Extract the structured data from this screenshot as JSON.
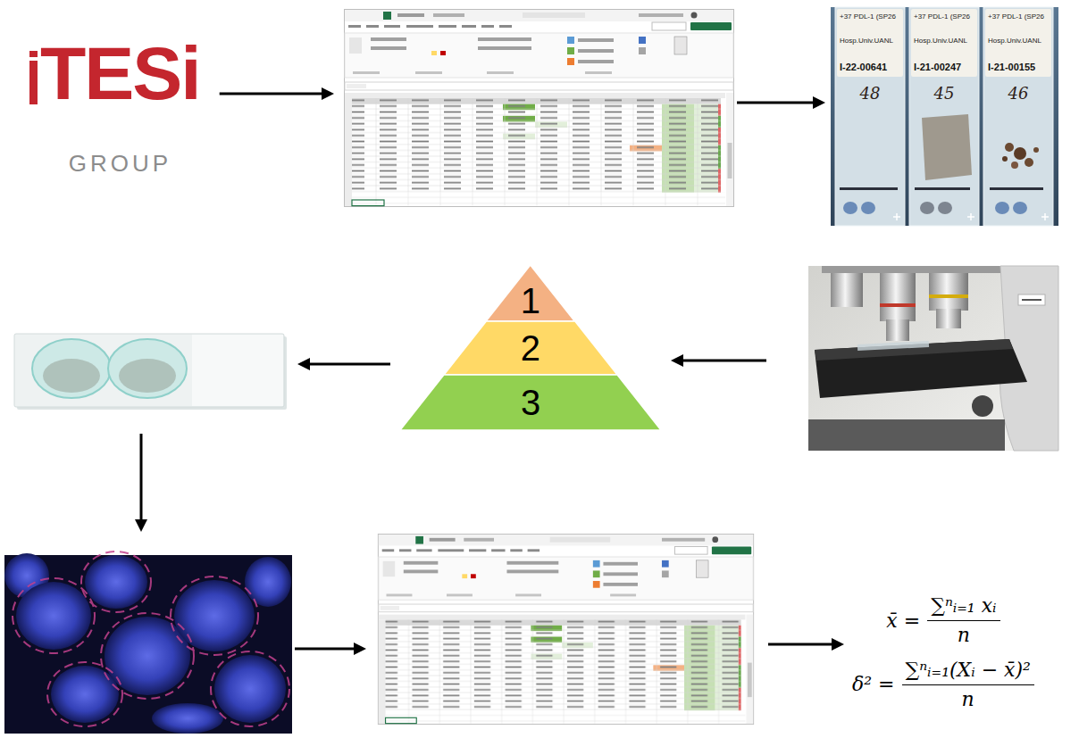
{
  "diagram": {
    "nodes": [
      {
        "text": [
          "TESi",
          "GROUP"
        ]
      },
      {
        "text": []
      },
      {
        "text": []
      },
      {
        "text": [
          "+37 PDL-1 (SP26",
          "Hosp.Univ.UANL",
          "I-22-00641",
          "48"
        ],
        "in": 2
      },
      {
        "text": [
          "+37 PDL-1 (SP26",
          "Hosp.Univ.UANL",
          "I-21-00247",
          "45"
        ],
        "in": 2
      },
      {
        "text": [
          "+37 PDL-1 (SP26",
          "Hosp.Univ.UANL",
          "I-21-00155",
          "46"
        ],
        "in": 2
      },
      {
        "text": []
      },
      {
        "text": []
      },
      {
        "text": [
          "1"
        ],
        "in": 7
      },
      {
        "text": [
          "2"
        ],
        "in": 7
      },
      {
        "text": [
          "3"
        ],
        "in": 7
      },
      {
        "text": []
      },
      {
        "text": []
      },
      {
        "text": []
      },
      {
        "text": [
          "x̄ =",
          "∑ⁿᵢ₌₁ xᵢ",
          "n",
          "δ² =",
          "∑ⁿᵢ₌₁(Xᵢ − x̄)²",
          "n"
        ]
      }
    ],
    "edges": [
      {
        "from": 0,
        "to": 1,
        "arrow": "to"
      },
      {
        "from": 1,
        "to": 2,
        "arrow": "to"
      },
      {
        "from": 11,
        "to": 7,
        "arrow": "to"
      },
      {
        "from": 7,
        "to": 6,
        "arrow": "to"
      },
      {
        "from": 6,
        "to": 12,
        "arrow": "to"
      },
      {
        "from": 12,
        "to": 13,
        "arrow": "to"
      },
      {
        "from": 13,
        "to": 14,
        "arrow": "to"
      }
    ]
  }
}
